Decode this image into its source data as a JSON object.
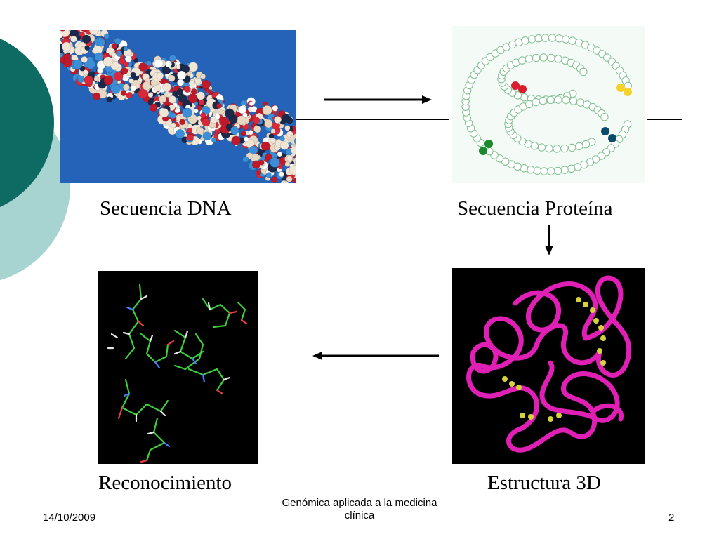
{
  "slide": {
    "captions": {
      "dna": "Secuencia DNA",
      "protein_sequence": "Secuencia Proteína",
      "structure_3d": "Estructura 3D",
      "recognition": "Reconocimiento"
    },
    "footer": {
      "date": "14/10/2009",
      "title_line1": "Genómica aplicada a la medicina",
      "title_line2": "clínica",
      "page_number": "2"
    }
  },
  "colors": {
    "deco_dark": "#0d6b63",
    "deco_light": "#a7d3d1",
    "dna_background": "#2463b8",
    "ribbon": "#e01fb5",
    "disulfide": "#d8d23a",
    "panel_black": "#000000"
  },
  "icons": [
    "arrow-right-icon",
    "arrow-down-icon",
    "arrow-left-icon"
  ]
}
